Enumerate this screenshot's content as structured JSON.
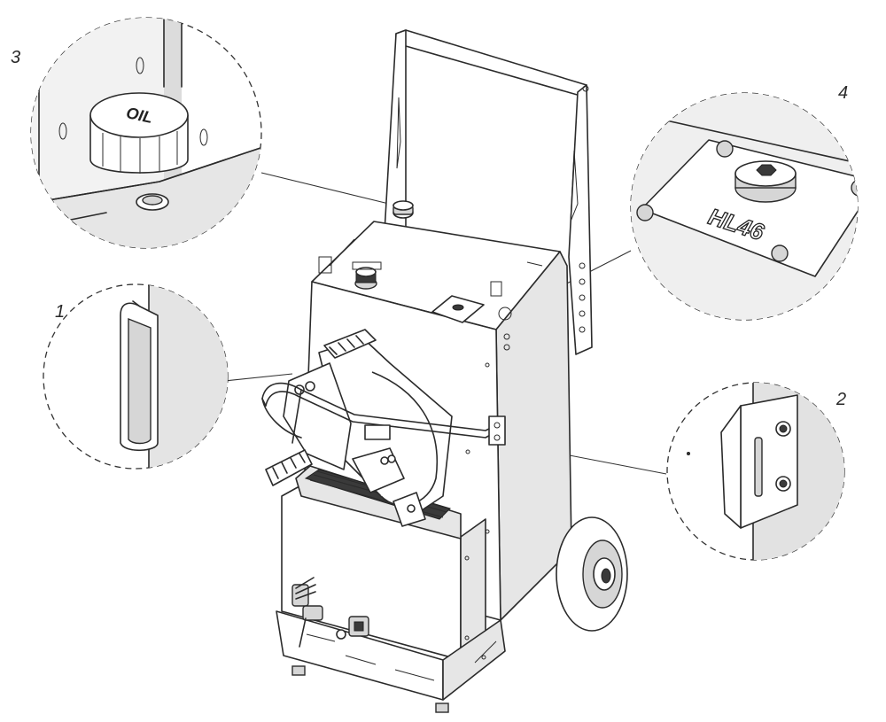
{
  "callouts": [
    {
      "id": "1",
      "label": "1"
    },
    {
      "id": "2",
      "label": "2"
    },
    {
      "id": "3",
      "label": "3"
    },
    {
      "id": "4",
      "label": "4"
    }
  ],
  "embossed": {
    "oil_cap": "OIL",
    "plate": "HL46"
  }
}
